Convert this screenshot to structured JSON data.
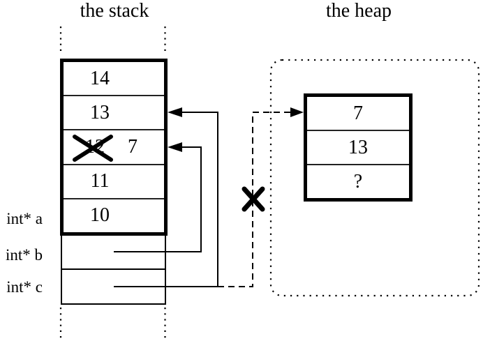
{
  "titles": {
    "stack": "the stack",
    "heap": "the heap"
  },
  "stack": {
    "labels": [
      {
        "text": "int* a"
      },
      {
        "text": "int* b"
      },
      {
        "text": "int* c"
      }
    ],
    "cells": [
      {
        "value": "14"
      },
      {
        "value": "13"
      },
      {
        "value": "12",
        "crossed_out": true,
        "new_value": "7"
      },
      {
        "value": "11"
      },
      {
        "value": "10"
      }
    ]
  },
  "heap": {
    "cells": [
      {
        "value": "7"
      },
      {
        "value": "13"
      },
      {
        "value": "?"
      }
    ]
  },
  "colors": {
    "ink": "#000000",
    "background": "#ffffff"
  }
}
